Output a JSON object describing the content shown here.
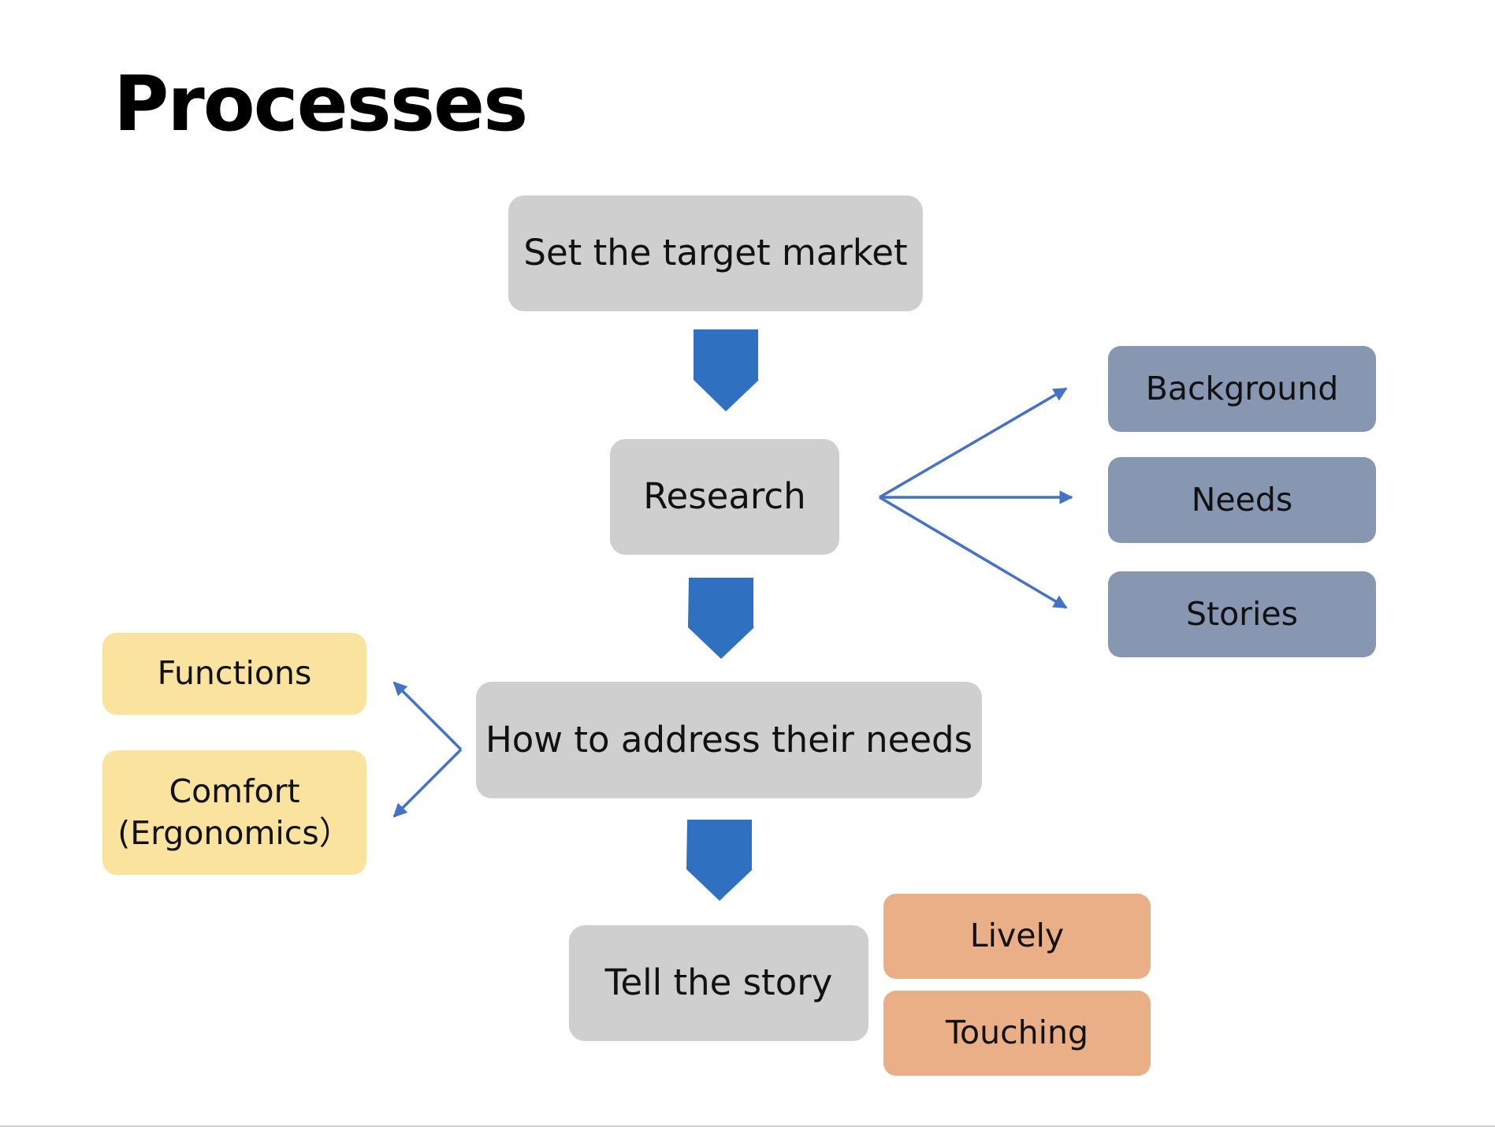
{
  "title": "Processes",
  "flow": {
    "step1": "Set the target market",
    "step2": "Research",
    "step3": "How to address their needs",
    "step4": "Tell the story"
  },
  "research_branches": [
    "Background",
    "Needs",
    "Stories"
  ],
  "needs_branches": {
    "functions": "Functions",
    "comfort_line1": "Comfort",
    "comfort_line2": "(Ergonomics）"
  },
  "story_attributes": [
    "Lively",
    "Touching"
  ],
  "colors": {
    "main_step": "#d0cfd0",
    "research_branch": "#8897b1",
    "needs_branch": "#f9e39e",
    "story_attribute": "#eaaf86",
    "down_arrow": "#3070c0",
    "connector": "#4472c4"
  }
}
